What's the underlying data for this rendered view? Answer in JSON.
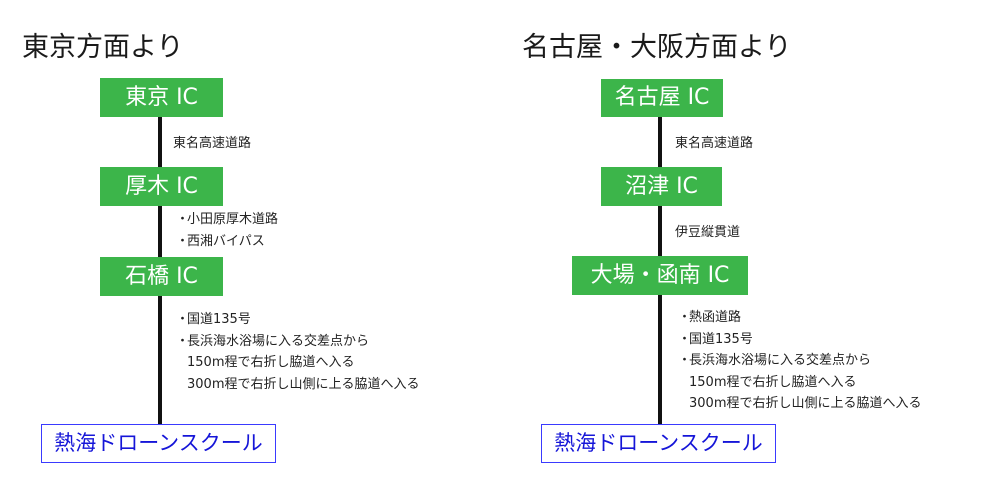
{
  "colors": {
    "ic_box_bg": "#3cb54a",
    "ic_box_text": "#ffffff",
    "dest_border": "#3a3aff",
    "dest_text": "#1515d8",
    "trunk_line": "#111111"
  },
  "routes": [
    {
      "title": "東京方面より",
      "interchanges": [
        {
          "label": "東京 IC"
        },
        {
          "label": "厚木 IC"
        },
        {
          "label": "石橋 IC"
        }
      ],
      "segments": [
        {
          "lines": [
            {
              "marker": "",
              "text": "東名高速道路"
            }
          ]
        },
        {
          "lines": [
            {
              "marker": "・",
              "text": "小田原厚木道路"
            },
            {
              "marker": "・",
              "text": "西湘バイパス"
            }
          ]
        },
        {
          "lines": [
            {
              "marker": "・",
              "text": "国道135号"
            },
            {
              "marker": "・",
              "text": "長浜海水浴場に入る交差点から"
            },
            {
              "marker": "",
              "text": "150m程で右折し脇道へ入る"
            },
            {
              "marker": "",
              "text": "300m程で右折し山側に上る脇道へ入る"
            }
          ]
        }
      ],
      "destination": "熱海ドローンスクール"
    },
    {
      "title": "名古屋・大阪方面より",
      "interchanges": [
        {
          "label": "名古屋 IC"
        },
        {
          "label": "沼津 IC"
        },
        {
          "label": "大場・函南 IC"
        }
      ],
      "segments": [
        {
          "lines": [
            {
              "marker": "",
              "text": "東名高速道路"
            }
          ]
        },
        {
          "lines": [
            {
              "marker": "",
              "text": "伊豆縦貫道"
            }
          ]
        },
        {
          "lines": [
            {
              "marker": "・",
              "text": "熱函道路"
            },
            {
              "marker": "・",
              "text": "国道135号"
            },
            {
              "marker": "・",
              "text": "長浜海水浴場に入る交差点から"
            },
            {
              "marker": "",
              "text": "150m程で右折し脇道へ入る"
            },
            {
              "marker": "",
              "text": "300m程で右折し山側に上る脇道へ入る"
            }
          ]
        }
      ],
      "destination": "熱海ドローンスクール"
    }
  ]
}
